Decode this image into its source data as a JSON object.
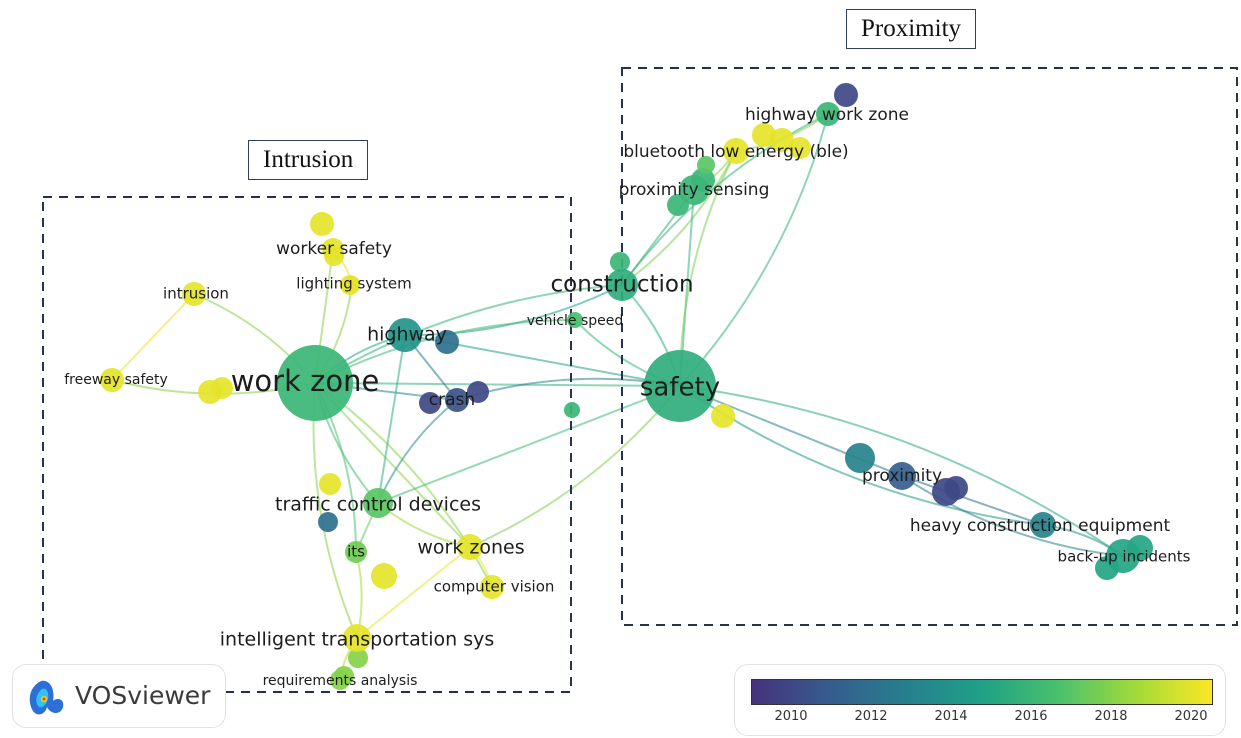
{
  "boxes": {
    "intrusion_title": "Intrusion",
    "proximity_title": "Proximity"
  },
  "nodes": [
    {
      "id": "work zone",
      "label": "work zone",
      "year": 2016,
      "label_size": 29,
      "size": "large"
    },
    {
      "id": "safety",
      "label": "safety",
      "year": 2015.5,
      "label_size": 26,
      "size": "large"
    },
    {
      "id": "construction",
      "label": "construction",
      "year": 2015.5,
      "label_size": 23,
      "size": "medium"
    },
    {
      "id": "highway",
      "label": "highway",
      "year": 2014,
      "label_size": 19,
      "size": "medium"
    },
    {
      "id": "crash",
      "label": "crash",
      "year": 2010.5,
      "label_size": 17,
      "size": "small"
    },
    {
      "id": "vehicle speed",
      "label": "vehicle speed",
      "year": 2016.5,
      "label_size": 14,
      "size": "small"
    },
    {
      "id": "traffic control devices",
      "label": "traffic control devices",
      "year": 2017,
      "label_size": 19,
      "size": "medium"
    },
    {
      "id": "its",
      "label": "its",
      "year": 2017.5,
      "label_size": 15,
      "size": "small"
    },
    {
      "id": "work zones",
      "label": "work zones",
      "year": 2020,
      "label_size": 19,
      "size": "medium"
    },
    {
      "id": "computer vision",
      "label": "computer vision",
      "year": 2020,
      "label_size": 15,
      "size": "small"
    },
    {
      "id": "intelligent transportation sys",
      "label": "intelligent transportation sys",
      "year": 2020,
      "label_size": 19,
      "size": "medium"
    },
    {
      "id": "requirements analysis",
      "label": "requirements analysis",
      "year": 2018,
      "label_size": 14,
      "size": "small"
    },
    {
      "id": "worker safety",
      "label": "worker safety",
      "year": 2020,
      "label_size": 17,
      "size": "small"
    },
    {
      "id": "lighting system",
      "label": "lighting system",
      "year": 2020,
      "label_size": 15,
      "size": "small"
    },
    {
      "id": "intrusion",
      "label": "intrusion",
      "year": 2020,
      "label_size": 15,
      "size": "small"
    },
    {
      "id": "freeway safety",
      "label": "freeway safety",
      "year": 2020,
      "label_size": 14,
      "size": "small"
    },
    {
      "id": "highway work zone",
      "label": "highway work zone",
      "year": 2016,
      "label_size": 17,
      "size": "small"
    },
    {
      "id": "bluetooth low energy (ble)",
      "label": "bluetooth low energy (ble)",
      "year": 2020,
      "label_size": 17,
      "size": "small"
    },
    {
      "id": "proximity sensing",
      "label": "proximity sensing",
      "year": 2016,
      "label_size": 17,
      "size": "small"
    },
    {
      "id": "proximity",
      "label": "proximity",
      "year": 2011,
      "label_size": 17,
      "size": "small"
    },
    {
      "id": "heavy construction equipment",
      "label": "heavy construction equipment",
      "year": 2013,
      "label_size": 17,
      "size": "small"
    },
    {
      "id": "back-up incidents",
      "label": "back-up incidents",
      "year": 2015,
      "label_size": 15,
      "size": "small"
    }
  ],
  "colorbar": {
    "ticks": [
      "2010",
      "2012",
      "2014",
      "2016",
      "2018",
      "2020"
    ],
    "min_year": 2009,
    "max_year": 2020.5,
    "colors": [
      "#46327e",
      "#365c8d",
      "#277f8e",
      "#1fa187",
      "#4ac16d",
      "#a0da39",
      "#fde725"
    ]
  },
  "logo": {
    "name": "VOSviewer"
  }
}
